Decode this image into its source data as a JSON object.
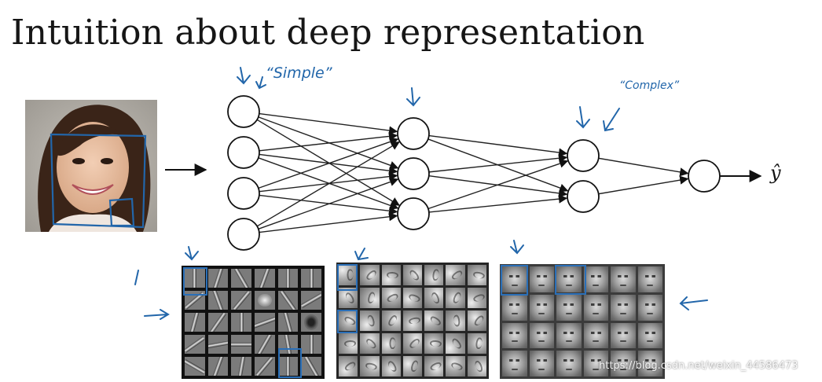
{
  "slide": {
    "title": "Intuition about deep representation",
    "output_symbol": "ŷ",
    "annotations": {
      "simple": "“Simple”",
      "complex": "“Complex”"
    },
    "watermark": "https://blog.csdn.net/weixin_44586473"
  },
  "network": {
    "layers": [
      4,
      3,
      2,
      1
    ]
  },
  "colors": {
    "annotation": "#2266aa",
    "ink": "#111111"
  },
  "icons": {
    "face-photo": "face-photo-icon",
    "arrow-down": "arrow-down-icon"
  }
}
